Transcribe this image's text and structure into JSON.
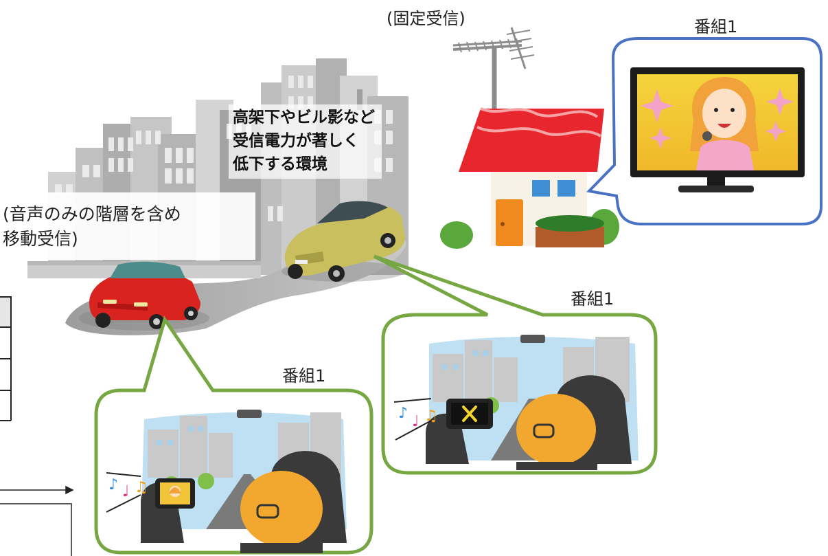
{
  "labels": {
    "fixed_reception": "(固定受信)",
    "program_house": "番組1",
    "program_car_right": "番組1",
    "program_car_left": "番組1"
  },
  "note_weak_signal": {
    "line1": "高架下やビル影など",
    "line2": "受信電力が著しく",
    "line3": "低下する環境"
  },
  "note_mobile": {
    "line1": "(音声のみの階層を含め",
    "line2": "移動受信)"
  },
  "tv_screen_state": {
    "house_tv": "video",
    "car_left_display": "video",
    "car_right_display": "no-signal"
  },
  "colors": {
    "bubble_blue": "#4a72c4",
    "bubble_green": "#76a742",
    "car_red": "#d8231f",
    "car_yellow": "#c9bf5f",
    "roof_red": "#e8262e",
    "sky": "#bfe0f2"
  }
}
